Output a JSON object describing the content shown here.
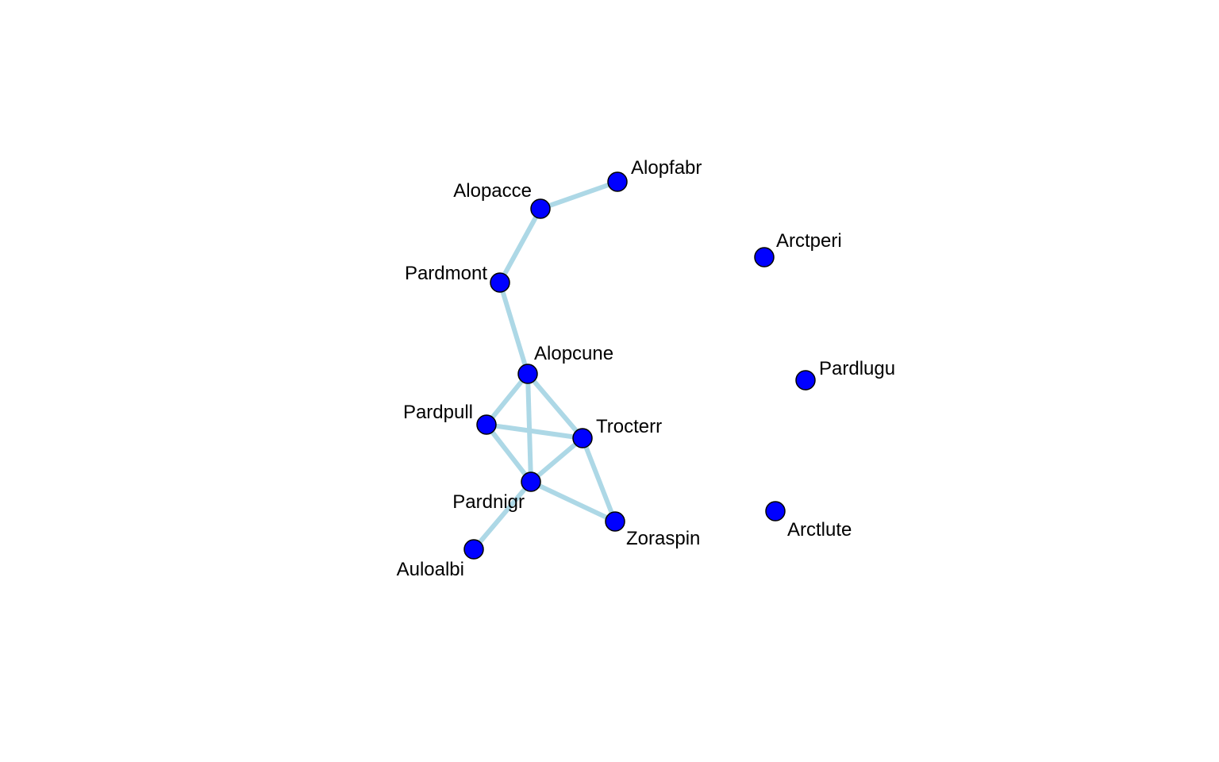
{
  "colors": {
    "background": "#ffffff",
    "edge": "#add8e6",
    "node_fill": "#0000ff",
    "node_stroke": "#000000",
    "label": "#000000"
  },
  "nodes": [
    {
      "id": "Alopfabr",
      "label": "Alopfabr"
    },
    {
      "id": "Alopacce",
      "label": "Alopacce"
    },
    {
      "id": "Arctperi",
      "label": "Arctperi"
    },
    {
      "id": "Pardmont",
      "label": "Pardmont"
    },
    {
      "id": "Alopcune",
      "label": "Alopcune"
    },
    {
      "id": "Pardlugu",
      "label": "Pardlugu"
    },
    {
      "id": "Pardpull",
      "label": "Pardpull"
    },
    {
      "id": "Trocterr",
      "label": "Trocterr"
    },
    {
      "id": "Pardnigr",
      "label": "Pardnigr"
    },
    {
      "id": "Zoraspin",
      "label": "Zoraspin"
    },
    {
      "id": "Arctlute",
      "label": "Arctlute"
    },
    {
      "id": "Auloalbi",
      "label": "Auloalbi"
    }
  ],
  "edges": [
    {
      "source": "Alopacce",
      "target": "Alopfabr"
    },
    {
      "source": "Alopacce",
      "target": "Pardmont"
    },
    {
      "source": "Pardmont",
      "target": "Alopcune"
    },
    {
      "source": "Alopcune",
      "target": "Pardpull"
    },
    {
      "source": "Alopcune",
      "target": "Trocterr"
    },
    {
      "source": "Alopcune",
      "target": "Pardnigr"
    },
    {
      "source": "Pardpull",
      "target": "Trocterr"
    },
    {
      "source": "Pardpull",
      "target": "Pardnigr"
    },
    {
      "source": "Trocterr",
      "target": "Pardnigr"
    },
    {
      "source": "Trocterr",
      "target": "Zoraspin"
    },
    {
      "source": "Pardnigr",
      "target": "Zoraspin"
    },
    {
      "source": "Pardnigr",
      "target": "Auloalbi"
    }
  ]
}
